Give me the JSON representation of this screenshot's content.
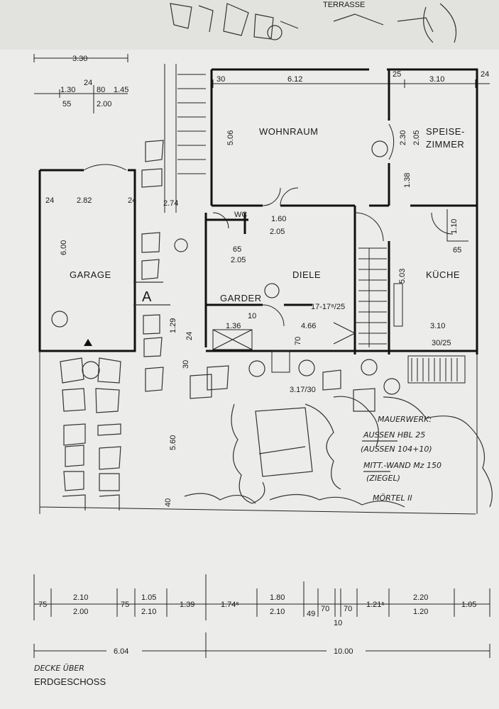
{
  "rooms": {
    "wohnraum": "WOHNRAUM",
    "speise_1": "SPEISE-",
    "speise_2": "ZIMMER",
    "garage": "GARAGE",
    "diele": "DIELE",
    "kueche": "KÜCHE",
    "garder": "GARDER",
    "wc": "WC"
  },
  "top_label": "TERRASSE",
  "markers": {
    "section": "A",
    "stair": "17-17⁸/25"
  },
  "dims": {
    "d330": "3.30",
    "d130": "1.30",
    "d24a": "24",
    "d80": "80",
    "d145": "1.45",
    "d55": "55",
    "d200": "2.00",
    "d30": "30",
    "d612": "6.12",
    "d25": "25",
    "d310top": "3.10",
    "d24b": "24",
    "d506": "5.06",
    "d230": "2.30",
    "d205a": "2.05",
    "d138": "1.38",
    "d24c": "24",
    "d282": "2.82",
    "d274": "2.74",
    "d24d": "24",
    "d160": "1.60",
    "d205b": "2.05",
    "d110": "1.10",
    "d65a": "65",
    "d600": "6.00",
    "d65b": "65",
    "d205c": "2.05",
    "d503": "5.03",
    "d136": "1.36",
    "d466": "4.66",
    "d310": "3.10",
    "d3025": "30/25",
    "d129": "1.29",
    "d24e": "24",
    "d10": "10",
    "d70": "70",
    "d30b": "30",
    "d560": "5.60",
    "d40": "40",
    "d317": "3.17/30"
  },
  "notes": {
    "l1": "MAUERWERK:",
    "l2": "AUSSEN HBL 25",
    "l3": "(AUSSEN 104+10)",
    "l4": "MITT.-WAND Mz 150",
    "l5": "(ZIEGEL)",
    "l6": "MÖRTEL II"
  },
  "bottom_dims": {
    "b1": "75",
    "b2": "2.10",
    "b3": "2.00",
    "b4": "75",
    "b5": "1.05",
    "b6": "2.10",
    "b7": "1.39",
    "b8": "1.74⁵",
    "b9": "1.80",
    "b10": "2.10",
    "b11": "49",
    "b12": "70",
    "b13": "70",
    "b14": "10",
    "b15": "1.21⁵",
    "b16": "2.20",
    "b17": "1.20",
    "b18": "1.05"
  },
  "overall": {
    "left": "6.04",
    "right": "10.00"
  },
  "caption": {
    "line1": "DECKE ÜBER",
    "line2": "ERDGESCHOSS"
  }
}
